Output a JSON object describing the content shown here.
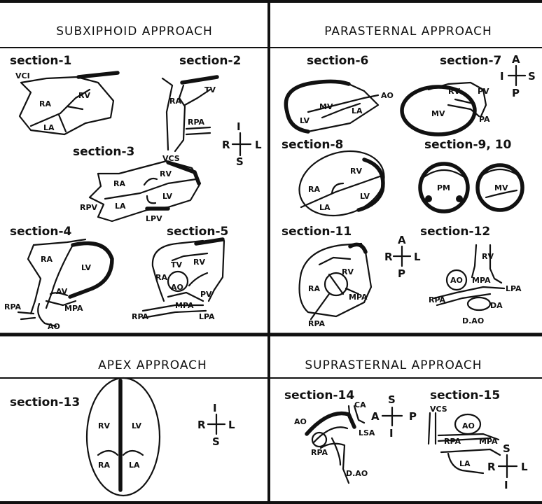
{
  "headers": {
    "subxiphoid": "SUBXIPHOID APPROACH",
    "parasternal": "PARASTERNAL APPROACH",
    "apex": "APEX APPROACH",
    "suprasternal": "SUPRASTERNAL APPROACH"
  },
  "sections": {
    "s1": "section-1",
    "s2": "section-2",
    "s3": "section-3",
    "s4": "section-4",
    "s5": "section-5",
    "s6": "section-6",
    "s7": "section-7",
    "s8": "section-8",
    "s9_10": "section-9, 10",
    "s11": "section-11",
    "s12": "section-12",
    "s13": "section-13",
    "s14": "section-14",
    "s15": "section-15"
  },
  "labels": {
    "VCI": "VCI",
    "RA": "RA",
    "RV": "RV",
    "LA": "LA",
    "LV": "LV",
    "TV": "TV",
    "RPA": "RPA",
    "VCS": "VCS",
    "RPV": "RPV",
    "LPV": "LPV",
    "AV": "AV",
    "MPA": "MPA",
    "AO": "AO",
    "PV": "PV",
    "LPA": "LPA",
    "MV": "MV",
    "PA": "PA",
    "PM": "PM",
    "DA": "DA",
    "DAO": "D.AO",
    "CA": "CA",
    "LSA": "LSA"
  },
  "compass": {
    "R": "R",
    "L": "L",
    "I": "I",
    "S": "S",
    "A": "A",
    "P": "P"
  }
}
